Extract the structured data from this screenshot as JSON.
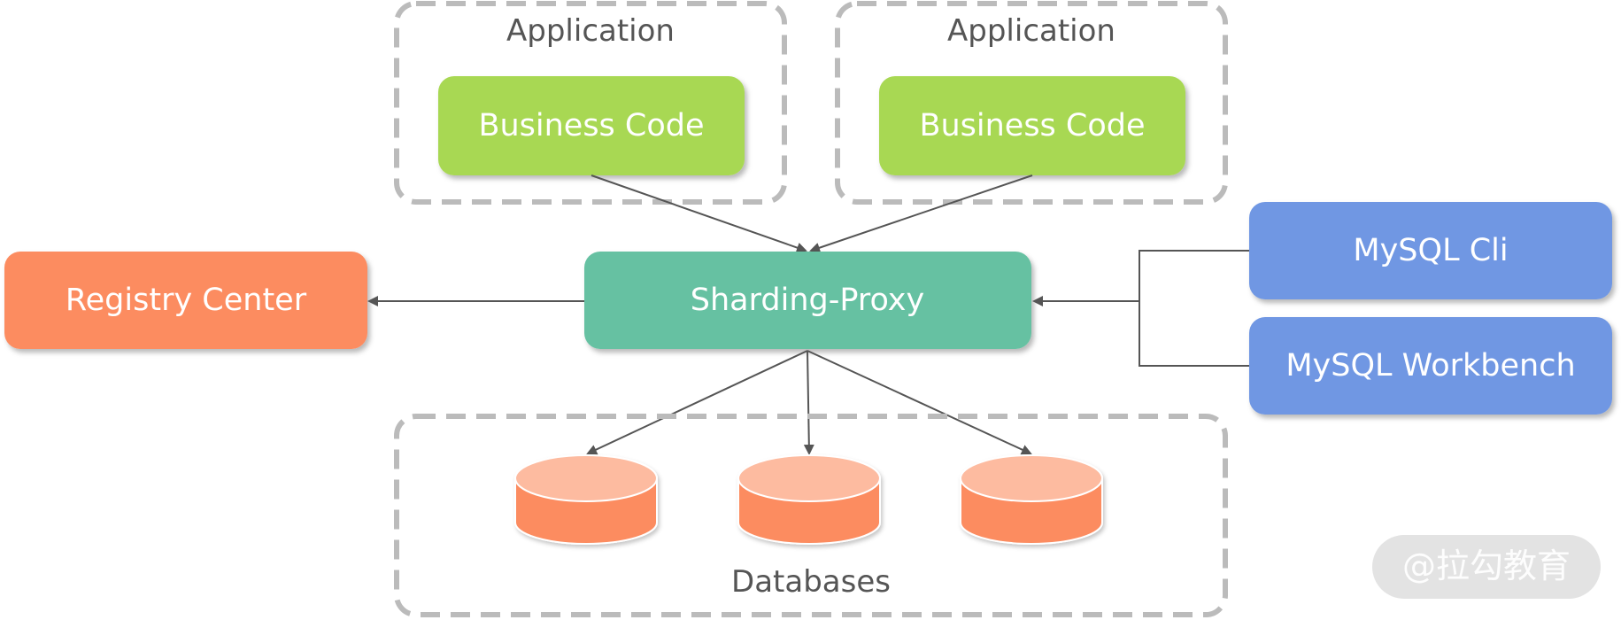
{
  "applications": [
    {
      "title": "Application",
      "business_code": "Business Code"
    },
    {
      "title": "Application",
      "business_code": "Business Code"
    }
  ],
  "proxy": {
    "label": "Sharding-Proxy"
  },
  "registry": {
    "label": "Registry Center"
  },
  "clients": [
    {
      "label": "MySQL Cli"
    },
    {
      "label": "MySQL Workbench"
    }
  ],
  "databases": {
    "title": "Databases",
    "count": 3
  },
  "watermark": {
    "text": "@拉勾教育"
  },
  "colors": {
    "business_code": "#a8d852",
    "proxy": "#66c1a2",
    "registry": "#fc8c60",
    "client": "#6f97e3",
    "db_top": "#fdbba0",
    "db_body": "#fc8c60",
    "dashed_border": "#bbbbbb",
    "arrow": "#555555"
  }
}
